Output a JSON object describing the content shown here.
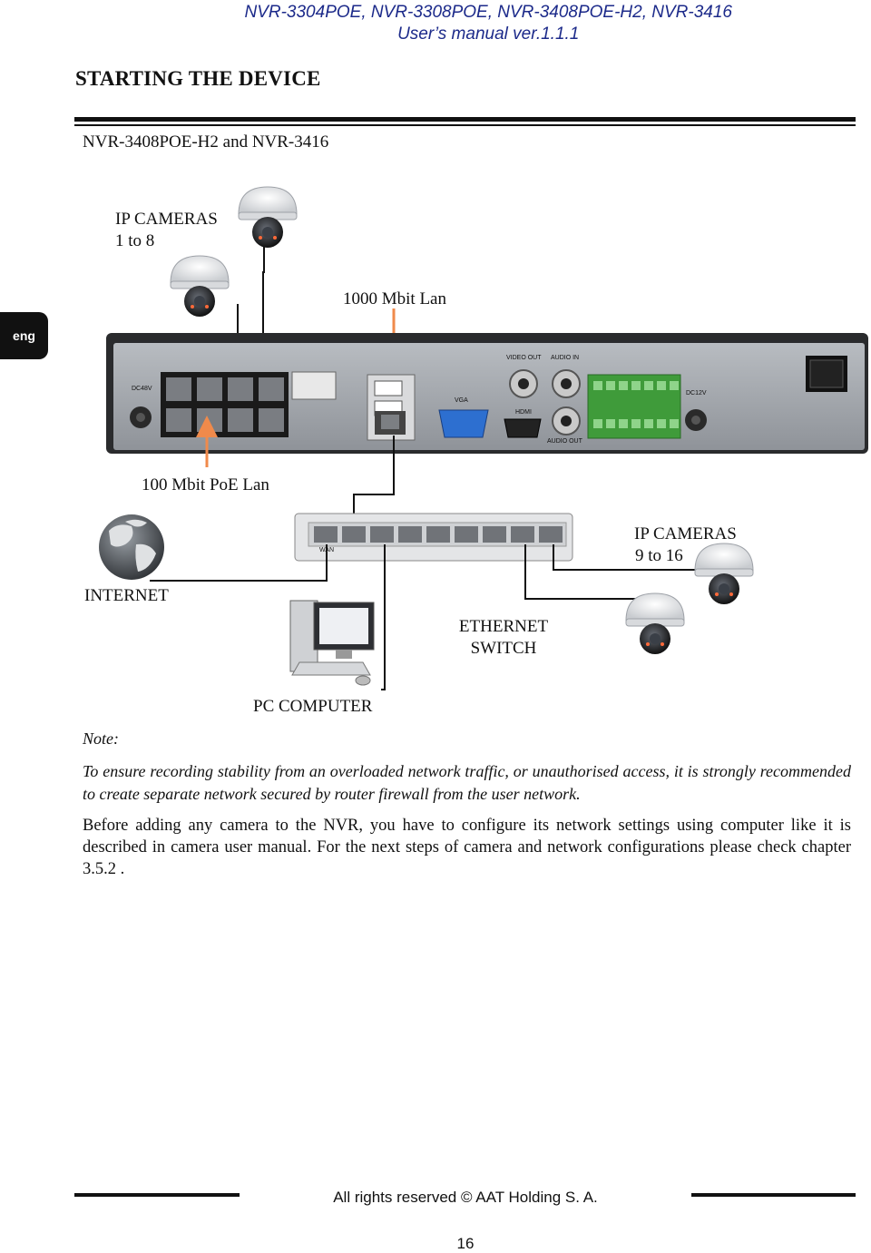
{
  "header": {
    "models": "NVR-3304POE, NVR-3308POE, NVR-3408POE-H2, NVR-3416",
    "manual": "User’s manual ver.1.1.1"
  },
  "section_title": "STARTING THE DEVICE",
  "subtitle": "NVR-3408POE-H2 and NVR-3416",
  "language_tab": "eng",
  "diagram": {
    "cameras_top_line1": "IP CAMERAS",
    "cameras_top_line2": "1 to 8",
    "uplink_label": "1000 Mbit Lan",
    "poe_label": "100 Mbit PoE Lan",
    "cameras_right_line1": "IP CAMERAS",
    "cameras_right_line2": "9 to 16",
    "internet_label": "INTERNET",
    "switch_line1": "ETHERNET",
    "switch_line2": "SWITCH",
    "pc_label": "PC COMPUTER",
    "switch_wan_label": "WAN",
    "panel_labels": {
      "dc48v": "DC48V",
      "video_out": "VIDEO OUT",
      "audio_in": "AUDIO IN",
      "audio_out": "AUDIO OUT",
      "vga": "VGA",
      "hdmi": "HDMI",
      "dc12v": "DC12V"
    }
  },
  "note_label": "Note:",
  "note_text": "To ensure recording stability from an overloaded network traffic, or unauthorised access, it is strongly recommended to create separate network secured by router firewall from the user network.",
  "body_text": "Before adding any camera to the NVR, you have to configure its network settings using computer like it is described in camera user manual. For the next steps of camera and network configurations please check chapter 3.5.2 .",
  "footer": "All rights reserved © AAT Holding S. A.",
  "page_number": "16",
  "colors": {
    "accent_arrow": "#f08a4b",
    "header_text": "#1c2a8a",
    "nvr_body": "#a4a8ad"
  }
}
